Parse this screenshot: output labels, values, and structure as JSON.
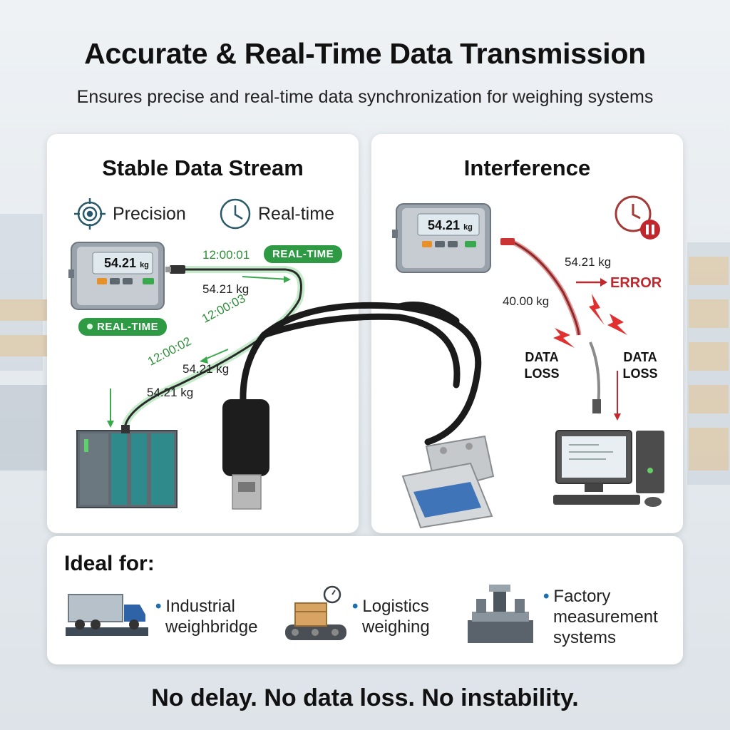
{
  "header": {
    "title": "Accurate & Real-Time Data Transmission",
    "subtitle": "Ensures precise and real-time data synchronization for weighing systems"
  },
  "left_panel": {
    "title": "Stable Data Stream",
    "feature_precision": "Precision",
    "feature_realtime": "Real-time",
    "scale_reading": "54.21",
    "scale_unit": "kg",
    "badge_top": "REAL-TIME",
    "badge_bottom": "REAL-TIME",
    "time_1": "12:00:01",
    "time_2": "12:00:02",
    "time_3": "12:00:03",
    "weight_1": "54.21 kg",
    "weight_2": "54.21 kg",
    "weight_3": "54.21 kg"
  },
  "right_panel": {
    "title": "Interference",
    "scale_reading": "54.21",
    "scale_unit": "kg",
    "weight_ok": "54.21 kg",
    "weight_bad": "40.00 kg",
    "error_label": "ERROR",
    "data_loss_left_1": "DATA",
    "data_loss_left_2": "LOSS",
    "data_loss_right_1": "DATA",
    "data_loss_right_2": "LOSS"
  },
  "ideal": {
    "title": "Ideal for:",
    "items": [
      {
        "line1": "Industrial",
        "line2": "weighbridge"
      },
      {
        "line1": "Logistics",
        "line2": "weighing"
      },
      {
        "line1": "Factory",
        "line2": "measurement",
        "line3": "systems"
      }
    ]
  },
  "footer": "No delay. No data loss. No instability.",
  "colors": {
    "green": "#2e9a43",
    "red": "#c0282d",
    "dark": "#111111",
    "accent_blue": "#1d6fb0"
  },
  "icons": [
    "target-icon",
    "clock-icon",
    "clock-pause-icon",
    "truck-icon",
    "package-scale-icon",
    "factory-scale-icon"
  ]
}
